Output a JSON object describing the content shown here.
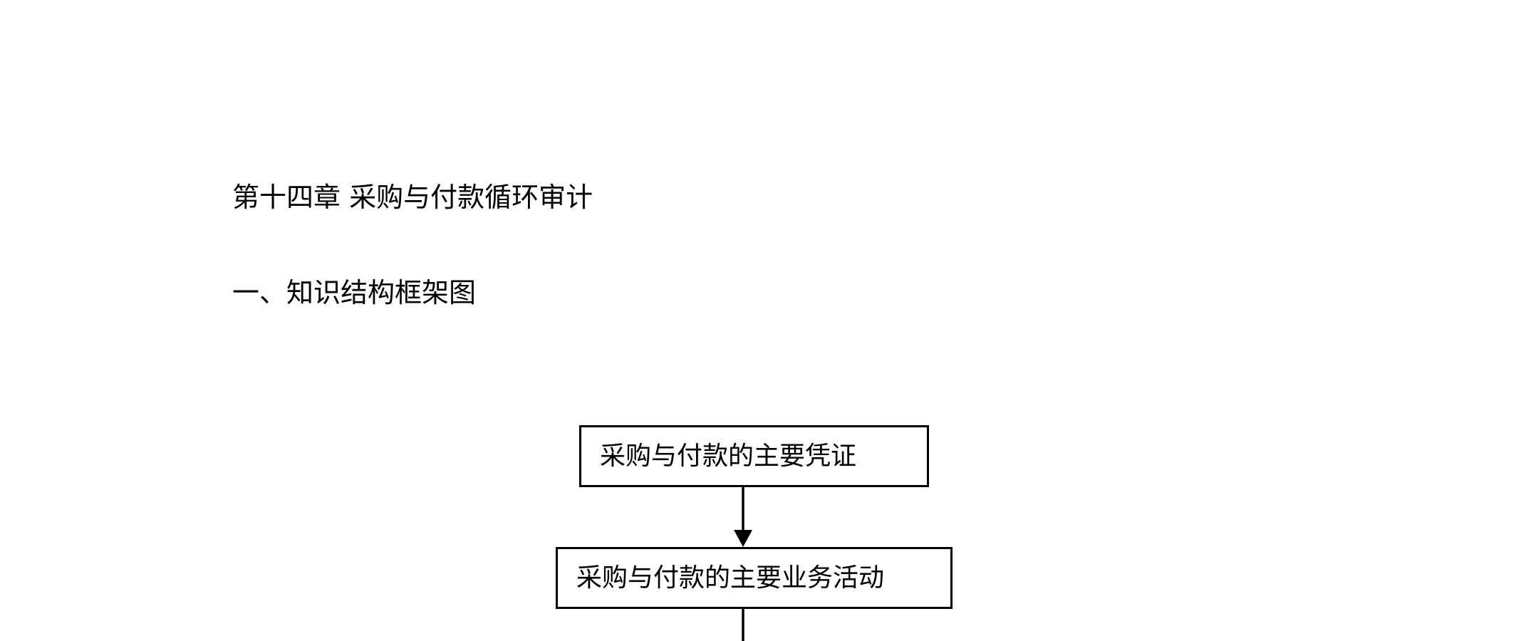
{
  "document": {
    "chapter_title": "第十四章 采购与付款循环审计",
    "section_title": "一、知识结构框架图"
  },
  "flowchart": {
    "nodes": [
      {
        "label": "采购与付款的主要凭证"
      },
      {
        "label": "采购与付款的主要业务活动"
      }
    ]
  }
}
